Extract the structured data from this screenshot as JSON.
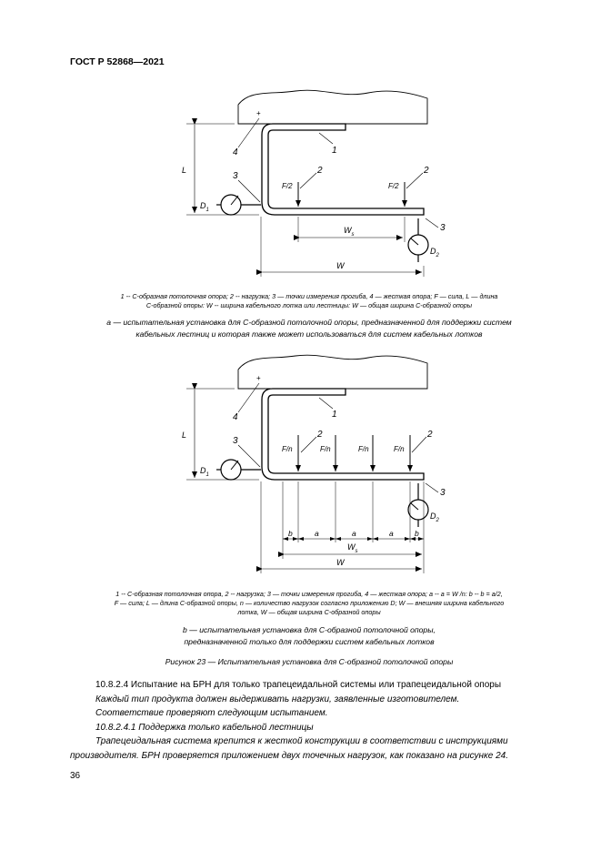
{
  "header": {
    "doc_code": "ГОСТ Р 52868—2021"
  },
  "figure_a": {
    "labels": {
      "L": "L",
      "D1": "D",
      "D1_sub": "1",
      "D2": "D",
      "D2_sub": "2",
      "Ws": "W",
      "Ws_sub": "s",
      "W": "W",
      "n1": "1",
      "n2a": "2",
      "n2b": "2",
      "n3a": "3",
      "n3b": "3",
      "n4": "4",
      "F2a": "F/2",
      "F2b": "F/2"
    },
    "legend_line1": "1 -- С-образная потолочная опора; 2 -- нагрузка; 3 — точки измерения прогиба, 4 — жесткая опора; F — сила, L — длина",
    "legend_line2": "С-образной опоры: W -- ширина кабельного лотка или лестницы: W — общая ширина С-образной опоры",
    "caption_line1": "a — испытательная установка для С-образной потолочной опоры, предназначенной для поддержки систем",
    "caption_line2": "кабельных лестниц и которая также может использоваться для систем кабельных лотков"
  },
  "figure_b": {
    "labels": {
      "L": "L",
      "D1": "D",
      "D1_sub": "1",
      "D2": "D",
      "D2_sub": "2",
      "Ws": "W",
      "Ws_sub": "s",
      "W": "W",
      "n1": "1",
      "n2a": "2",
      "n2b": "2",
      "n3a": "3",
      "n3b": "3",
      "n4": "4",
      "Fn": [
        "F/n",
        "F/n",
        "F/n",
        "F/n"
      ],
      "dims": [
        "b",
        "a",
        "a",
        "a",
        "b"
      ]
    },
    "legend_line1": "1 -- С-образная потолочная опора, 2 -- нагрузка; 3 — точки измерения прогиба, 4 — жесткая опора; a -- a = W /n: b -- b = a/2,",
    "legend_line2": "F — сила; L — длина С-образной опоры, n — количество нагрузок согласно приложению D; W — внешняя ширина кабельного",
    "legend_line3": "лотка, W — общая ширина С-образной опоры",
    "caption_line1": "b — испытательная установка для С-образной потолочной опоры,",
    "caption_line2": "предназначенной только для поддержки систем кабельных лотков"
  },
  "figure_caption": "Рисунок 23 — Испытательная установка для С-образной потолочной опоры",
  "body": {
    "p1": "10.8.2.4 Испытание на БРН для только трапецеидальной системы или трапецеидальной опоры",
    "p2": "Каждый тип продукта должен выдерживать нагрузки, заявленные изготовителем.",
    "p3": "Соответствие проверяют следующим испытанием.",
    "p4": "10.8.2.4.1 Поддержка только кабельной лестницы",
    "p5a": "Трапецеидальная система крепится к жесткой конструкции в соответствии с инструкциями",
    "p5b": "производителя. БРН проверяется приложением двух точечных нагрузок, как показано на рисунке 24."
  },
  "page_number": "36"
}
